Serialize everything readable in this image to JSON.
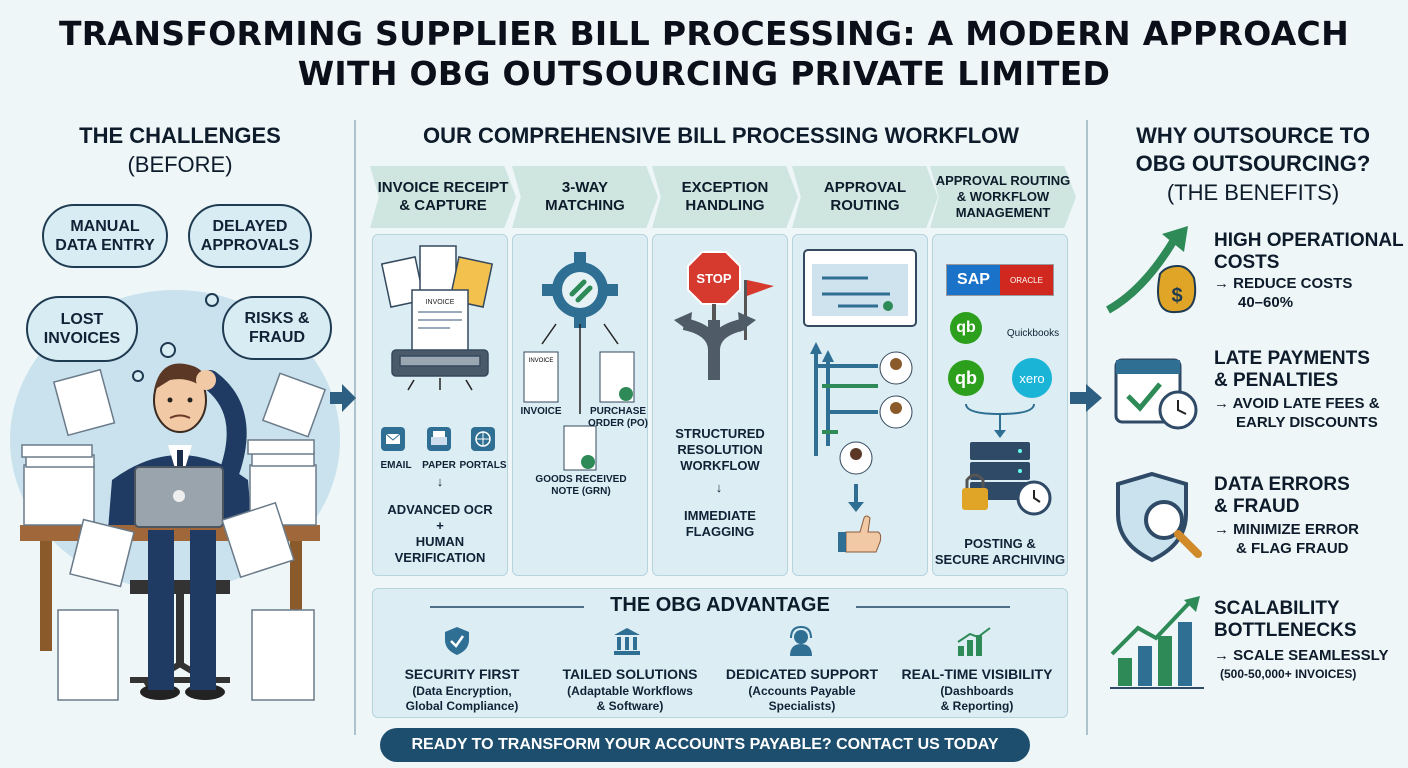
{
  "title": {
    "line1": "TRANSFORMING SUPPLIER BILL PROCESSING: A MODERN APPROACH",
    "line2": "WITH OBG OUTSOURCING PRIVATE LIMITED"
  },
  "challenges": {
    "heading": "THE CHALLENGES",
    "subheading": "(BEFORE)",
    "bubbles": [
      {
        "line1": "MANUAL",
        "line2": "DATA ENTRY"
      },
      {
        "line1": "DELAYED",
        "line2": "APPROVALS"
      },
      {
        "line1": "LOST",
        "line2": "INVOICES"
      },
      {
        "line1": "RISKS &",
        "line2": "FRAUD"
      }
    ]
  },
  "workflow": {
    "heading": "OUR COMPREHENSIVE BILL PROCESSING WORKFLOW",
    "steps": [
      {
        "line1": "INVOICE RECEIPT",
        "line2": "& CAPTURE"
      },
      {
        "line1": "3-WAY",
        "line2": "MATCHING"
      },
      {
        "line1": "EXCEPTION",
        "line2": "HANDLING"
      },
      {
        "line1": "APPROVAL",
        "line2": "ROUTING"
      },
      {
        "line1": "APPROVAL ROUTING",
        "line2": "& WORKFLOW",
        "line3": "MANAGEMENT"
      }
    ],
    "capture": {
      "doc_label": "INVOICE",
      "sources": [
        "EMAIL",
        "PAPER",
        "PORTALS"
      ],
      "ocr_line1": "ADVANCED OCR",
      "ocr_plus": "+",
      "ocr_line2": "HUMAN",
      "ocr_line3": "VERIFICATION"
    },
    "matching": {
      "doc_invoice_tag": "INVOICE",
      "invoice": "INVOICE",
      "po_line1": "PURCHASE",
      "po_line2": "ORDER (PO)",
      "grn_line1": "GOODS RECEIVED",
      "grn_line2": "NOTE (GRN)"
    },
    "exception": {
      "stop_sign": "STOP",
      "line1": "STRUCTURED",
      "line2": "RESOLUTION",
      "line3": "WORKFLOW",
      "line4": "IMMEDIATE",
      "line5": "FLAGGING"
    },
    "integrations": {
      "sap": "SAP",
      "oracle": "ORACLE",
      "quickbooks": "Quickbooks",
      "xero": "xero",
      "qb_glyph": "qb",
      "posting_line1": "POSTING &",
      "posting_line2": "SECURE ARCHIVING"
    }
  },
  "advantage": {
    "heading": "THE OBG ADVANTAGE",
    "items": [
      {
        "title": "SECURITY FIRST",
        "sub1": "(Data Encryption,",
        "sub2": "Global Compliance)"
      },
      {
        "title": "TAILED SOLUTIONS",
        "sub1": "(Adaptable Workflows",
        "sub2": "& Software)"
      },
      {
        "title": "DEDICATED SUPPORT",
        "sub1": "(Accounts Payable",
        "sub2": "Specialists)"
      },
      {
        "title": "REAL-TIME VISIBILITY",
        "sub1": "(Dashboards",
        "sub2": "& Reporting)"
      }
    ]
  },
  "cta": "READY TO TRANSFORM YOUR ACCOUNTS PAYABLE? CONTACT US TODAY",
  "benefits": {
    "heading1": "WHY OUTSOURCE TO",
    "heading2": "OBG OUTSOURCING?",
    "subheading": "(THE BENEFITS)",
    "items": [
      {
        "h1": "HIGH OPERATIONAL",
        "h2": "COSTS",
        "s1": "→ REDUCE COSTS",
        "s2": "40–60%"
      },
      {
        "h1": "LATE PAYMENTS",
        "h2": "& PENALTIES",
        "s1": "→ AVOID LATE FEES &",
        "s2": "EARLY DISCOUNTS"
      },
      {
        "h1": "DATA ERRORS",
        "h2": "& FRAUD",
        "s1": "→ MINIMIZE ERROR",
        "s2": "& FLAG FRAUD"
      },
      {
        "h1": "SCALABILITY",
        "h2": "BOTTLENECKS",
        "s1": "→ SCALE SEAMLESSLY",
        "s2": "(500-50,000+ INVOICES)"
      }
    ]
  },
  "colors": {
    "accent": "#1d4e6e",
    "teal": "#cfe6e0",
    "green": "#2e8b57",
    "panel": "#dcedf4"
  }
}
